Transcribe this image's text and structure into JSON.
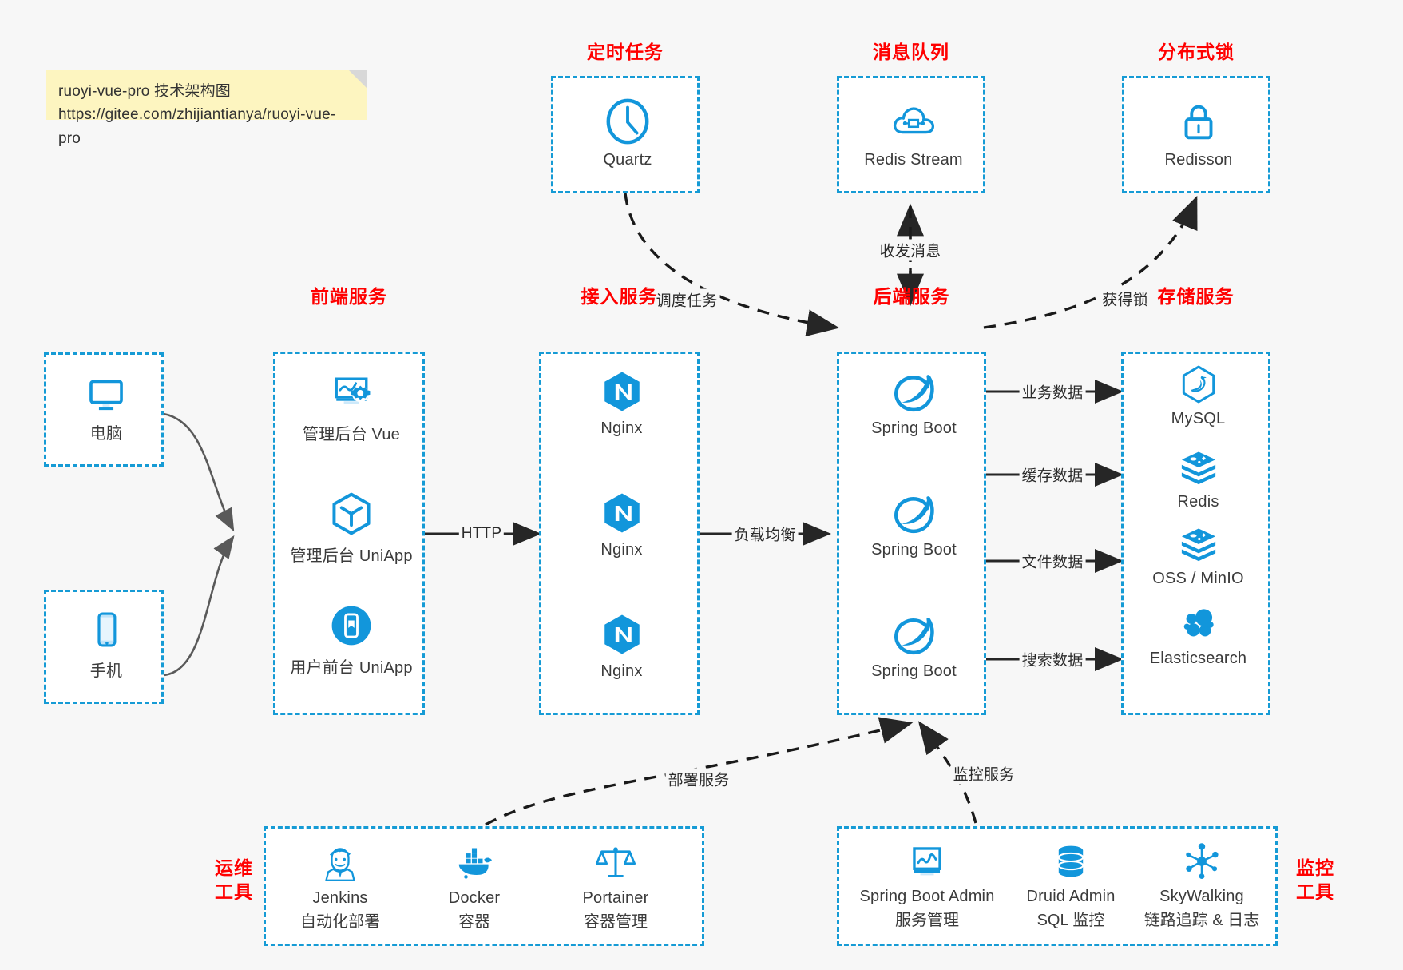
{
  "note": {
    "line1": "ruoyi-vue-pro 技术架构图",
    "line2": "https://gitee.com/zhijiantianya/ruoyi-vue-pro"
  },
  "colors": {
    "accent_blue": "#169bd5",
    "icon_blue": "#1296db",
    "group_title_red": "#ff0000",
    "background": "#f7f7f7",
    "edge_gray": "#595959",
    "edge_black": "#262626"
  },
  "groups": {
    "scheduler": {
      "title": "定时任务"
    },
    "mq": {
      "title": "消息队列"
    },
    "lock": {
      "title": "分布式锁"
    },
    "frontend": {
      "title": "前端服务"
    },
    "gateway": {
      "title": "接入服务"
    },
    "backend": {
      "title": "后端服务"
    },
    "storage": {
      "title": "存储服务"
    },
    "devops": {
      "title": "运维\n工具",
      "title_l1": "运维",
      "title_l2": "工具"
    },
    "monitor": {
      "title": "监控\n工具",
      "title_l1": "监控",
      "title_l2": "工具"
    }
  },
  "clients": [
    {
      "icon": "desktop-icon",
      "label": "电脑"
    },
    {
      "icon": "mobile-icon",
      "label": "手机"
    }
  ],
  "scheduler_nodes": [
    {
      "icon": "clock-icon",
      "label": "Quartz"
    }
  ],
  "mq_nodes": [
    {
      "icon": "cloud-stream-icon",
      "label": "Redis Stream"
    }
  ],
  "lock_nodes": [
    {
      "icon": "lock-icon",
      "label": "Redisson"
    }
  ],
  "frontend_nodes": [
    {
      "icon": "dashboard-gear-icon",
      "label": "管理后台 Vue"
    },
    {
      "icon": "cube-icon",
      "label": "管理后台 UniApp"
    },
    {
      "icon": "phone-app-icon",
      "label": "用户前台 UniApp"
    }
  ],
  "gateway_nodes": [
    {
      "icon": "nginx-icon",
      "label": "Nginx"
    },
    {
      "icon": "nginx-icon",
      "label": "Nginx"
    },
    {
      "icon": "nginx-icon",
      "label": "Nginx"
    }
  ],
  "backend_nodes": [
    {
      "icon": "spring-boot-icon",
      "label": "Spring Boot"
    },
    {
      "icon": "spring-boot-icon",
      "label": "Spring Boot"
    },
    {
      "icon": "spring-boot-icon",
      "label": "Spring Boot"
    }
  ],
  "storage_nodes": [
    {
      "icon": "mysql-icon",
      "label": "MySQL"
    },
    {
      "icon": "redis-icon",
      "label": "Redis"
    },
    {
      "icon": "oss-icon",
      "label": "OSS / MinIO"
    },
    {
      "icon": "elasticsearch-icon",
      "label": "Elasticsearch"
    }
  ],
  "devops_nodes": [
    {
      "icon": "jenkins-icon",
      "label": "Jenkins",
      "sub": "自动化部署"
    },
    {
      "icon": "docker-icon",
      "label": "Docker",
      "sub": "容器"
    },
    {
      "icon": "portainer-icon",
      "label": "Portainer",
      "sub": "容器管理"
    }
  ],
  "monitor_nodes": [
    {
      "icon": "monitor-chart-icon",
      "label": "Spring Boot Admin",
      "sub": "服务管理"
    },
    {
      "icon": "database-icon",
      "label": "Druid Admin",
      "sub": "SQL 监控"
    },
    {
      "icon": "skywalking-icon",
      "label": "SkyWalking",
      "sub": "链路追踪 & 日志"
    }
  ],
  "edges": [
    {
      "id": "http",
      "label": "HTTP"
    },
    {
      "id": "lb",
      "label": "负载均衡"
    },
    {
      "id": "schedule",
      "label": "调度任务"
    },
    {
      "id": "mq-msg",
      "label": "收发消息"
    },
    {
      "id": "acquire-lock",
      "label": "获得锁"
    },
    {
      "id": "biz-data",
      "label": "业务数据"
    },
    {
      "id": "cache-data",
      "label": "缓存数据"
    },
    {
      "id": "file-data",
      "label": "文件数据"
    },
    {
      "id": "search-data",
      "label": "搜索数据"
    },
    {
      "id": "deploy",
      "label": "部署服务"
    },
    {
      "id": "monitor",
      "label": "监控服务"
    }
  ]
}
